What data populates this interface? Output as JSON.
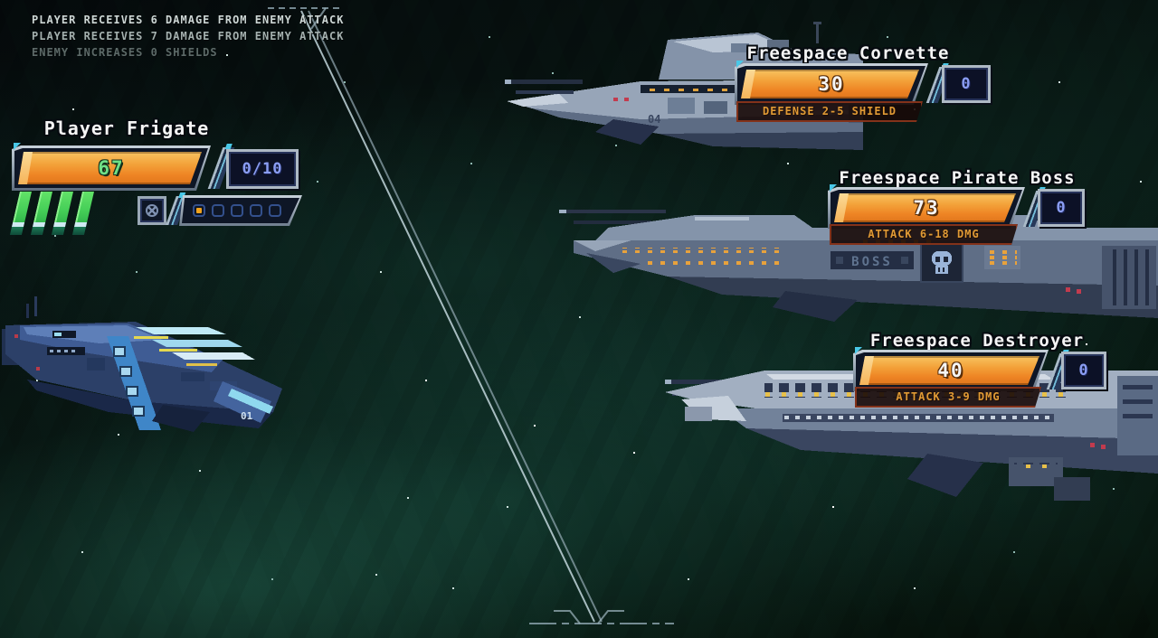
{
  "combat_log": {
    "entries": [
      {
        "text": "PLAYER RECEIVES 6 DAMAGE FROM ENEMY ATTACK"
      },
      {
        "text": "PLAYER RECEIVES 7 DAMAGE FROM ENEMY ATTACK"
      },
      {
        "text": "ENEMY INCREASES 0 SHIELDS"
      }
    ]
  },
  "player": {
    "name": "Player Frigate",
    "hp": "67",
    "shield": "0/10",
    "hull_marking": "01",
    "energy_bar_count": 4,
    "ability_slot_count": 5,
    "active_ability_slot": 1,
    "cancel_icon": "circle-x-icon"
  },
  "enemies": [
    {
      "name": "Freespace Corvette",
      "hp": "30",
      "shield": "0",
      "stat_label": "DEFENSE 2-5 SHIELD",
      "hull_marking": "04"
    },
    {
      "name": "Freespace Pirate Boss",
      "hp": "73",
      "shield": "0",
      "stat_label": "ATTACK 6-18 DMG",
      "hull_marking": "BOSS",
      "emblem_icon": "skull-icon"
    },
    {
      "name": "Freespace Destroyer",
      "hp": "40",
      "shield": "0",
      "stat_label": "ATTACK 3-9 DMG"
    }
  ],
  "colors": {
    "hp_bar": "#f09a2e",
    "hp_text_player": "#6fe087",
    "hp_text_enemy": "#f5f5f5",
    "shield_text": "#8a9df2",
    "stat_text": "#e09a35",
    "energy_bar": "#49cf58",
    "slot_active": "#f2a31c",
    "route_line": "#c2d6dc"
  }
}
